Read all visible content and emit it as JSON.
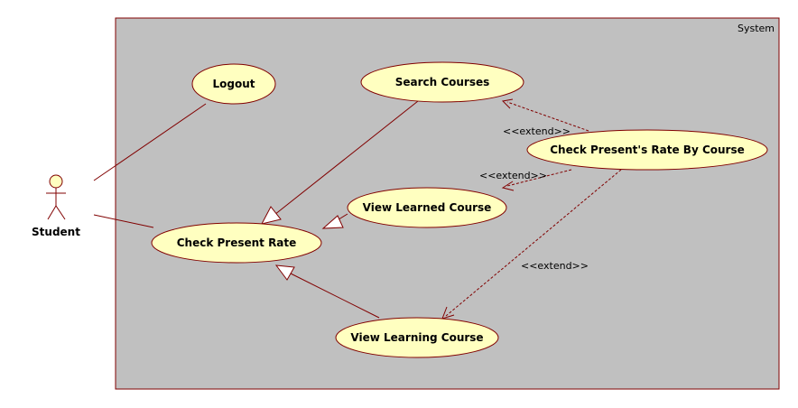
{
  "system": {
    "label": "System"
  },
  "actor": {
    "name": "Student"
  },
  "use_cases": {
    "logout": "Logout",
    "search_courses": "Search Courses",
    "check_rate_by_course": "Check Present's Rate By Course",
    "view_learned_course": "View Learned Course",
    "check_present_rate": "Check Present Rate",
    "view_learning_course": "View Learning Course"
  },
  "relations": {
    "extend_label": "<<extend>>"
  },
  "colors": {
    "system_fill": "#C0C0C0",
    "system_border": "#800000",
    "usecase_fill": "#FFFFC0",
    "line": "#800000"
  }
}
